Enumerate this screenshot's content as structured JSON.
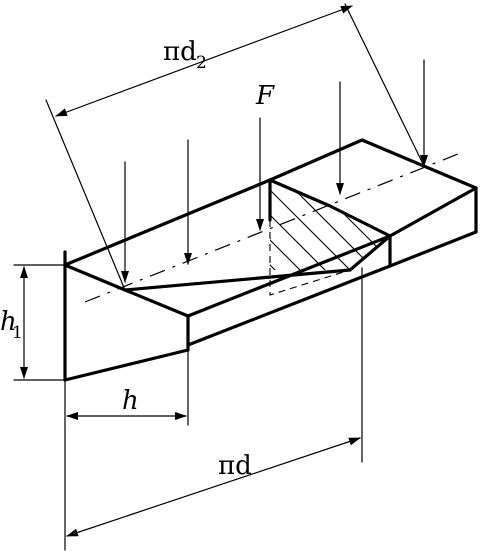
{
  "labels": {
    "pi_d2_main": "πd",
    "pi_d2_sub": "2",
    "force": "F",
    "h": "h",
    "pi_d": "πd",
    "left_height": "h",
    "left_height_sub": "1"
  }
}
